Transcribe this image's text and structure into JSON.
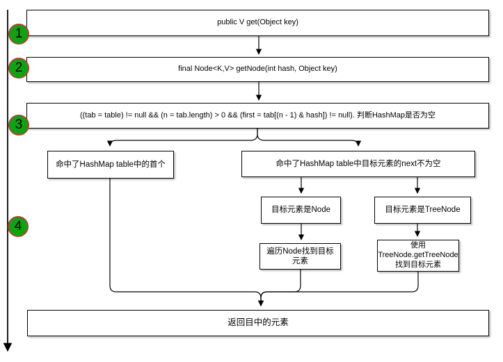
{
  "steps": [
    "1",
    "2",
    "3",
    "4"
  ],
  "nodes": {
    "get": "public V get(Object key)",
    "get_node": "final Node<K,V> getNode(int hash, Object key)",
    "null_check": "((tab = table) != null && (n = tab.length) > 0 && (first = tab[(n - 1) & hash]) != null). 判断HashMap是否为空",
    "hit_first": "命中了HashMap table中的首个",
    "hit_next": "命中了HashMap table中目标元素的next不为空",
    "is_node": "目标元素是Node",
    "is_tree_node": "目标元素是TreeNode",
    "traverse_node": "遍历Node找到目标元素",
    "use_tree_node": "使用\nTreeNode.getTreeNode\n找到目标元素",
    "return_element": "返回目中的元素"
  },
  "colors": {
    "step-fill": "#12A112",
    "step-border": "#9E4B35",
    "box-border": "#000000",
    "box-fill": "#FFFFFF",
    "edge-color": "#000000"
  }
}
